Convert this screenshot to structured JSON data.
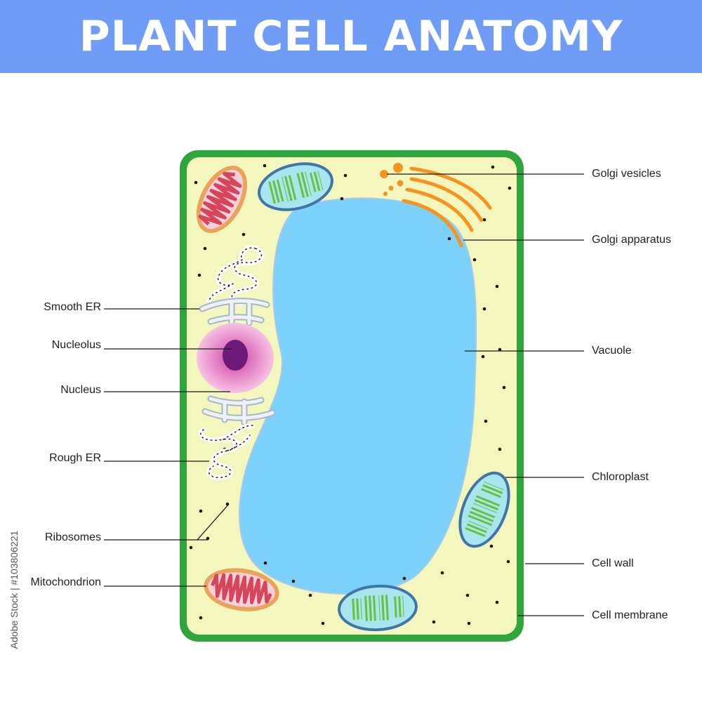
{
  "title": "PLANT CELL ANATOMY",
  "labels": {
    "golgi_vesicles": "Golgi vesicles",
    "golgi_apparatus": "Golgi apparatus",
    "vacuole": "Vacuole",
    "chloroplast": "Chloroplast",
    "cell_wall": "Cell wall",
    "cell_membrane": "Cell membrane",
    "smooth_er": "Smooth ER",
    "nucleolus": "Nucleolus",
    "nucleus": "Nucleus",
    "rough_er": "Rough ER",
    "ribosomes": "Ribosomes",
    "mitochondrion": "Mitochondrion"
  },
  "stock_id": "Adobe Stock | #103806221",
  "colors": {
    "banner": "#6e9cf7",
    "cell_wall": "#2fa43a",
    "cytoplasm": "#f4f7bd",
    "vacuole": "#7bd1f9",
    "golgi": "#f7931e",
    "mitochondrion_outer": "#eba25a",
    "mitochondrion_inner": "#d6455a",
    "chloroplast_outer": "#3e77a7",
    "chloroplast_fill": "#a9e5ef",
    "thylakoid": "#67c23a",
    "nucleus": "#e06bb2",
    "nucleolus": "#6d1a78",
    "ribosome": "#2a1410"
  }
}
